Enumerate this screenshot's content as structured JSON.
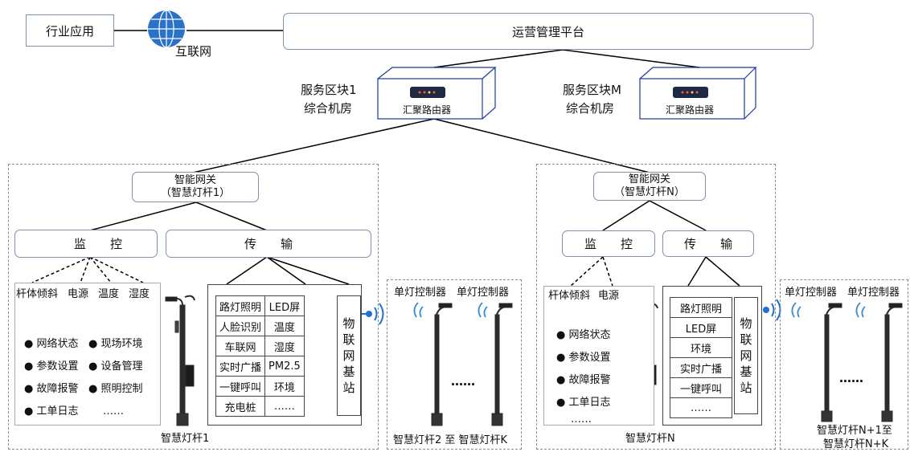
{
  "top": {
    "industry_app": "行业应用",
    "internet": "互联网",
    "ops_platform": "运营管理平台"
  },
  "blocks": [
    {
      "title_line1": "服务区块1",
      "title_line2": "综合机房",
      "router": "汇聚路由器"
    },
    {
      "title_line1": "服务区块M",
      "title_line2": "综合机房",
      "router": "汇聚路由器"
    }
  ],
  "left_group": {
    "gateway_line1": "智能网关",
    "gateway_line2": "（智慧灯杆1）",
    "monitor": "监　　控",
    "transmit": "传　　输",
    "sensors": [
      "杆体倾斜",
      "电源",
      "温度",
      "湿度"
    ],
    "bullets_col1": [
      "网络状态",
      "参数设置",
      "故障报警",
      "工单日志"
    ],
    "bullets_col2": [
      "现场环境",
      "设备管理",
      "照明控制"
    ],
    "ellipsis": "……",
    "table": [
      [
        "路灯照明",
        "LED屏"
      ],
      [
        "人脸识别",
        "温度"
      ],
      [
        "车联网",
        "湿度"
      ],
      [
        "实时广播",
        "PM2.5"
      ],
      [
        "一键呼叫",
        "环境"
      ],
      [
        "充电桩",
        "……"
      ]
    ],
    "base_station": [
      "物",
      "联",
      "网",
      "基",
      "站"
    ],
    "pole_label": "智慧灯杆1"
  },
  "left_single": {
    "ctrl1": "单灯控制器",
    "ctrl2": "单灯控制器",
    "dots": "……",
    "label": "智慧灯杆2 至 智慧灯杆K"
  },
  "right_group": {
    "gateway_line1": "智能网关",
    "gateway_line2": "（智慧灯杆N）",
    "monitor": "监　　控",
    "transmit": "传　　输",
    "sensors": [
      "杆体倾斜",
      "电源"
    ],
    "bullets": [
      "网络状态",
      "参数设置",
      "故障报警",
      "工单日志"
    ],
    "ellipsis": "……",
    "table": [
      "路灯照明",
      "LED屏",
      "环境",
      "实时广播",
      "一键呼叫",
      "……"
    ],
    "base_station": [
      "物",
      "联",
      "网",
      "基",
      "站"
    ],
    "pole_label": "智慧灯杆N"
  },
  "right_single": {
    "ctrl1": "单灯控制器",
    "ctrl2": "单灯控制器",
    "dots": "……",
    "label_line1": "智慧灯杆N+1至",
    "label_line2": "智慧灯杆N+K"
  },
  "colors": {
    "accent_blue": "#1f6fd6",
    "line": "#000000",
    "box_border": "#7f90a8"
  }
}
